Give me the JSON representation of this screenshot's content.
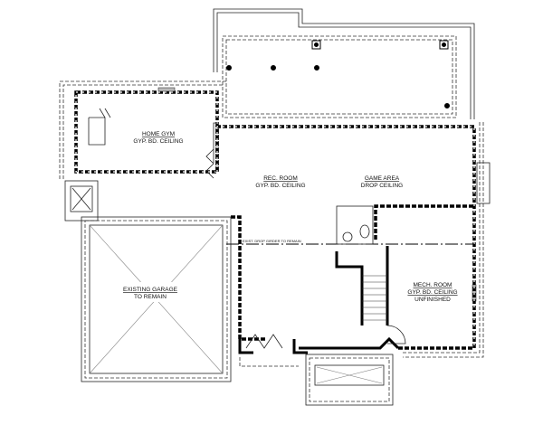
{
  "rooms": {
    "home_gym": {
      "name": "HOME GYM",
      "ceiling": "GYP. BD. CEILING"
    },
    "rec_room": {
      "name": "REC. ROOM",
      "ceiling": "GYP. BD. CEILING"
    },
    "game_area": {
      "name": "GAME AREA",
      "ceiling": "DROP CEILING"
    },
    "garage": {
      "name": "EXISTING GARAGE",
      "note": "TO REMAIN"
    },
    "mech_room": {
      "name": "MECH. ROOM",
      "ceiling": "GYP. BD. CEILING",
      "note": "UNFINISHED"
    }
  },
  "annotations": {
    "girder": "EXIST. DROP GIRDER TO REMAIN"
  }
}
